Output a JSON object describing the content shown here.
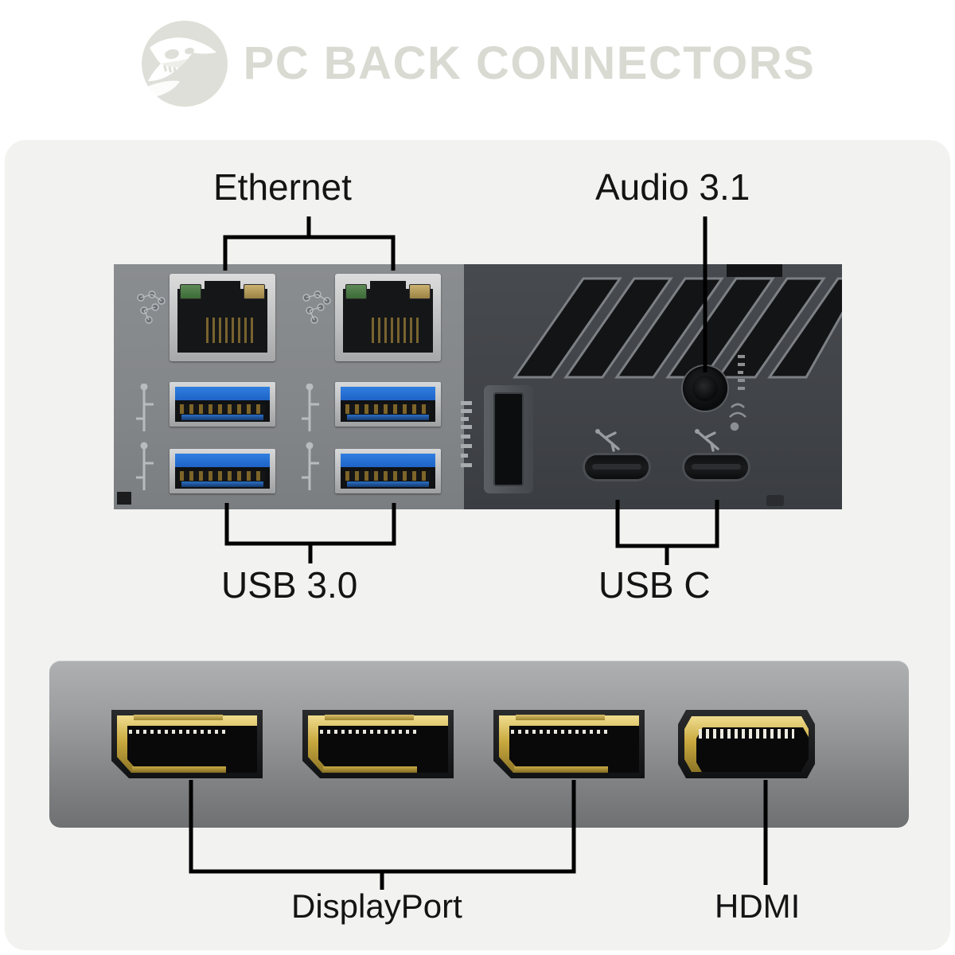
{
  "header": {
    "title": "PC BACK CONNECTORS",
    "logo_icon": "dinosaur-skull-logo-icon",
    "title_color": "#d9dad2"
  },
  "colors": {
    "page_background": "#ffffff",
    "card_background": "#f2f2f0",
    "label_text": "#141414",
    "leader_line": "#000000",
    "io_shield_light": "#84878a",
    "io_shield_dark": "#40434 7",
    "gpu_bracket": "#9a9c9e",
    "usb3_blue": "#2f7fe0",
    "gold_contact": "#c9a93f",
    "ethernet_led_green": "#4f7d49",
    "ethernet_led_amber": "#b39a58"
  },
  "labels": {
    "ethernet": "Ethernet",
    "audio": "Audio 3.1",
    "usb3": "USB 3.0",
    "usbc": "USB C",
    "displayport": "DisplayPort",
    "hdmi": "HDMI"
  },
  "io_panel": {
    "name": "motherboard-rear-io-shield",
    "ports": [
      {
        "type": "ethernet-rj45",
        "label": "Ethernet",
        "count": 2,
        "leds": [
          "green",
          "amber"
        ]
      },
      {
        "type": "usb-3-0-type-a",
        "label": "USB 3.0",
        "count": 4,
        "tongue_color": "#2f7fe0"
      },
      {
        "type": "hdmi",
        "label": "HDMI",
        "count": 1
      },
      {
        "type": "audio-jack",
        "label": "Audio 3.1",
        "count": 1
      },
      {
        "type": "usb-type-c",
        "label": "USB C",
        "count": 2
      }
    ],
    "vent_slots": 6
  },
  "gpu_bracket": {
    "name": "graphics-card-bracket",
    "ports": [
      {
        "type": "displayport",
        "label": "DisplayPort",
        "count": 3
      },
      {
        "type": "hdmi",
        "label": "HDMI",
        "count": 1
      }
    ]
  }
}
